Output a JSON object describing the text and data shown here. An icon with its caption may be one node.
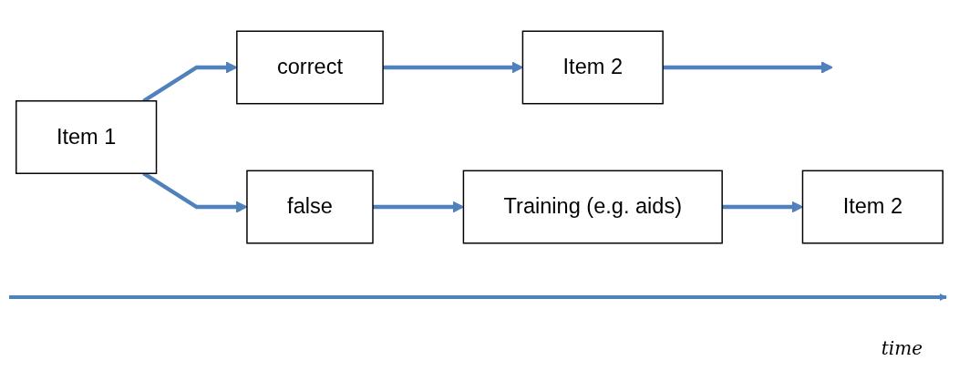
{
  "diagram": {
    "nodes": [
      {
        "text": [
          "Item 1"
        ]
      },
      {
        "text": [
          "correct"
        ]
      },
      {
        "text": [
          "Item 2"
        ]
      },
      {
        "text": [
          "false"
        ]
      },
      {
        "text": [
          "Training (e.g. aids)"
        ]
      },
      {
        "text": [
          "Item 2"
        ]
      }
    ],
    "edges": [
      {
        "from": 0,
        "to": 1,
        "arrow": "to"
      },
      {
        "from": 0,
        "to": 3,
        "arrow": "to"
      },
      {
        "from": 1,
        "to": 2,
        "arrow": "to"
      },
      {
        "from": 2,
        "to": null,
        "arrow": "to"
      },
      {
        "from": 3,
        "to": 4,
        "arrow": "to"
      },
      {
        "from": 4,
        "to": 5,
        "arrow": "to"
      }
    ],
    "labels": [
      "time"
    ]
  }
}
